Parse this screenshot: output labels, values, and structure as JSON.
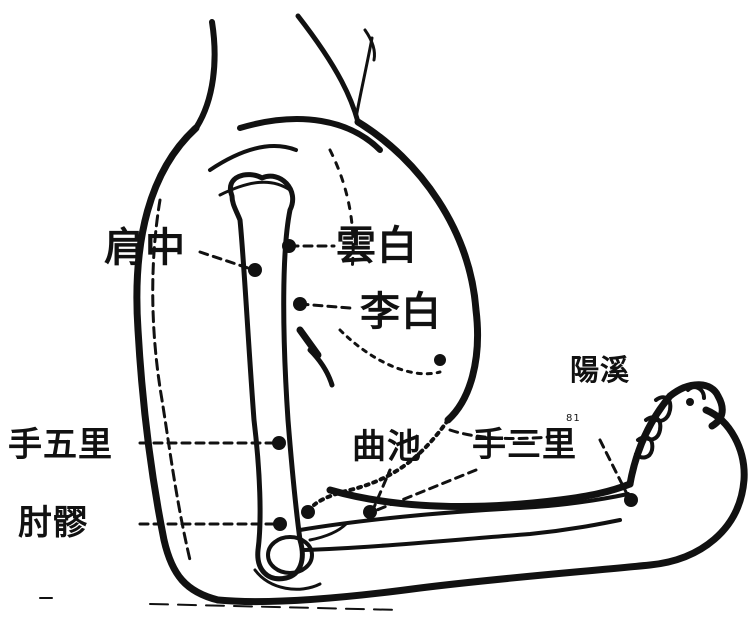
{
  "labels": {
    "jianzhong": "肩中",
    "yunbai": "雲白",
    "libai": "李白",
    "shouwuli": "手五里",
    "quchi": "曲池",
    "shousanli": "手三里",
    "yangxi": "陽溪",
    "zhouliao": "肘髎",
    "small_note": "81"
  },
  "colors": {
    "ink": "#111111",
    "paper": "#ffffff"
  }
}
